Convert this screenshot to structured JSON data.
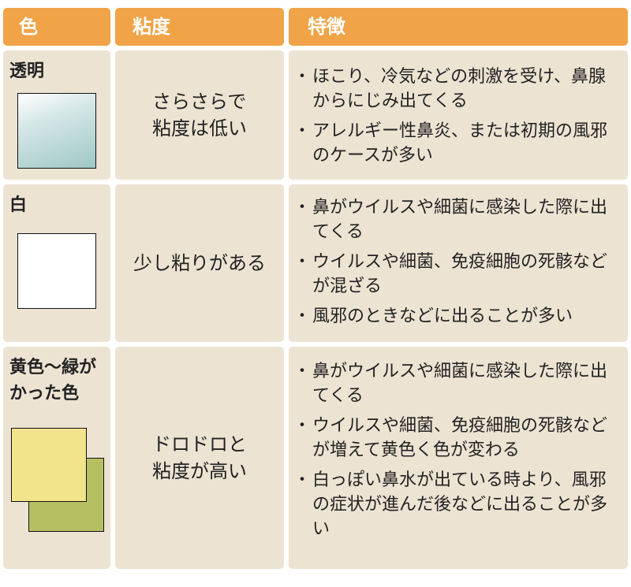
{
  "header": {
    "color": "色",
    "viscosity": "粘度",
    "features": "特徴"
  },
  "rows": [
    {
      "color": "透明",
      "viscosity": "さらさらで\n粘度は低い",
      "features": [
        "ほこり、冷気などの刺激を受け、鼻腺からにじみ出てくる",
        "アレルギー性鼻炎、または初期の風邪のケースが多い"
      ],
      "swatch_colors": [
        "#ffffff",
        "#9ec8c6"
      ]
    },
    {
      "color": "白",
      "viscosity": "少し粘りがある",
      "features": [
        "鼻がウイルスや細菌に感染した際に出てくる",
        "ウイルスや細菌、免疫細胞の死骸などが混ざる",
        "風邪のときなどに出ることが多い"
      ],
      "swatch_colors": [
        "#ffffff"
      ]
    },
    {
      "color": "黄色〜緑がかった色",
      "viscosity": "ドロドロと\n粘度が高い",
      "features": [
        "鼻がウイルスや細菌に感染した際に出てくる",
        "ウイルスや細菌、免疫細胞の死骸などが増えて黄色く色が変わる",
        "白っぽい鼻水が出ている時より、風邪の症状が進んだ後などに出ることが多い"
      ],
      "swatch_colors": [
        "#f2e48a",
        "#b6bf62"
      ]
    }
  ],
  "colors": {
    "header_bg": "#f0a347",
    "cell_bg": "#ede3d3",
    "header_text": "#ffffff"
  }
}
